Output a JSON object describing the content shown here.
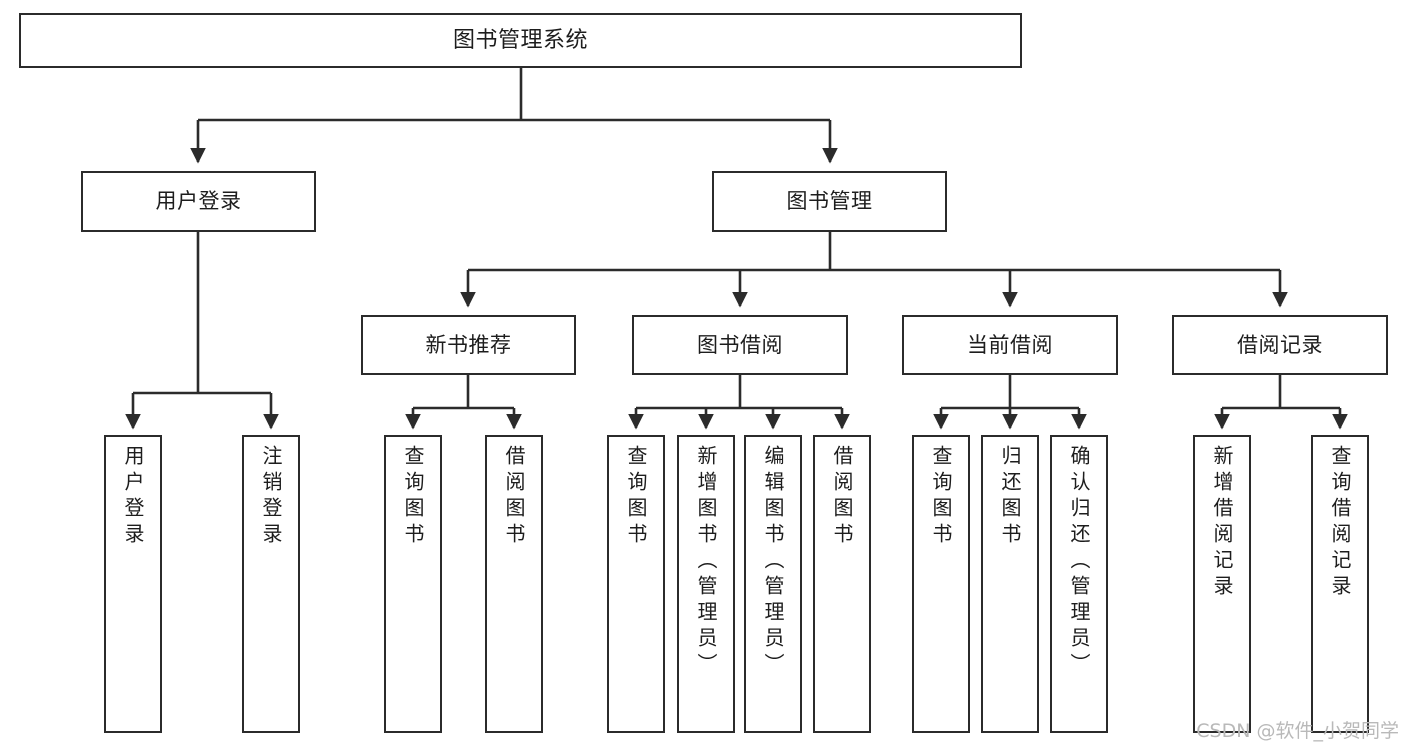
{
  "diagram": {
    "title": "图书管理系统",
    "type": "tree",
    "colors": {
      "box_border": "#2b2b2b",
      "box_fill": "#ffffff",
      "connector": "#2b2b2b",
      "background": "#ffffff",
      "watermark": "#b9b9b9"
    },
    "root": {
      "label": "图书管理系统"
    },
    "level2": [
      {
        "label": "用户登录"
      },
      {
        "label": "图书管理"
      }
    ],
    "level3": [
      {
        "label": "新书推荐"
      },
      {
        "label": "图书借阅"
      },
      {
        "label": "当前借阅"
      },
      {
        "label": "借阅记录"
      }
    ],
    "leaves": {
      "user_login": [
        {
          "label": "用户登录"
        },
        {
          "label": "注销登录"
        }
      ],
      "new_book_recommend": [
        {
          "label": "查询图书"
        },
        {
          "label": "借阅图书"
        }
      ],
      "book_borrow": [
        {
          "label": "查询图书"
        },
        {
          "label": "新增图书（管理员）"
        },
        {
          "label": "编辑图书（管理员）"
        },
        {
          "label": "借阅图书"
        }
      ],
      "current_borrow": [
        {
          "label": "查询图书"
        },
        {
          "label": "归还图书"
        },
        {
          "label": "确认归还（管理员）"
        }
      ],
      "borrow_record": [
        {
          "label": "新增借阅记录"
        },
        {
          "label": "查询借阅记录"
        }
      ]
    }
  },
  "watermark": {
    "text": "CSDN @软件_小贺同学"
  }
}
